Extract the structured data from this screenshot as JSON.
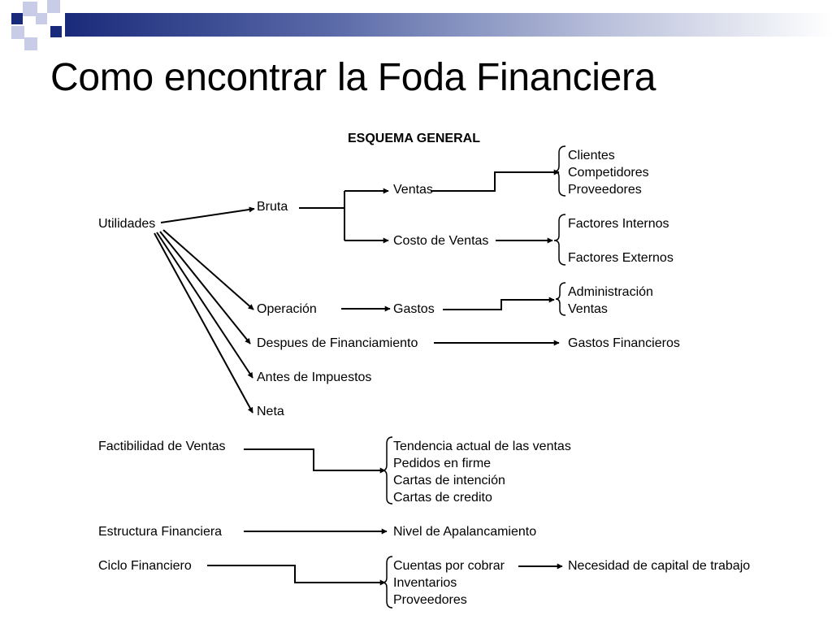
{
  "slide": {
    "title": "Como encontrar la Foda Financiera",
    "colors": {
      "decor_dark": "#1a2a7a",
      "decor_light": "#c8cce6"
    }
  },
  "diagram": {
    "header": "ESQUEMA GENERAL",
    "nodes": {
      "utilidades": "Utilidades",
      "bruta": "Bruta",
      "ventas": "Ventas",
      "costo_ventas": "Costo de Ventas",
      "clientes": "Clientes",
      "competidores": "Competidores",
      "proveedores_top": "Proveedores",
      "factores_internos": "Factores Internos",
      "factores_externos": "Factores Externos",
      "operacion": "Operación",
      "gastos": "Gastos",
      "administracion": "Administración",
      "ventas_gastos": "Ventas",
      "despues_financiamiento": "Despues de Financiamiento",
      "gastos_financieros": "Gastos Financieros",
      "antes_impuestos": "Antes de Impuestos",
      "neta": "Neta",
      "factibilidad_ventas": "Factibilidad de Ventas",
      "tendencia_actual": "Tendencia actual de las ventas",
      "pedidos_firme": "Pedidos en firme",
      "cartas_intencion": "Cartas de intención",
      "cartas_credito": "Cartas de credito",
      "estructura_financiera": "Estructura Financiera",
      "nivel_apalancamiento": "Nivel de Apalancamiento",
      "ciclo_financiero": "Ciclo Financiero",
      "cuentas_cobrar": "Cuentas por cobrar",
      "inventarios": "Inventarios",
      "proveedores_bottom": "Proveedores",
      "necesidad_capital": "Necesidad de capital de trabajo"
    }
  }
}
